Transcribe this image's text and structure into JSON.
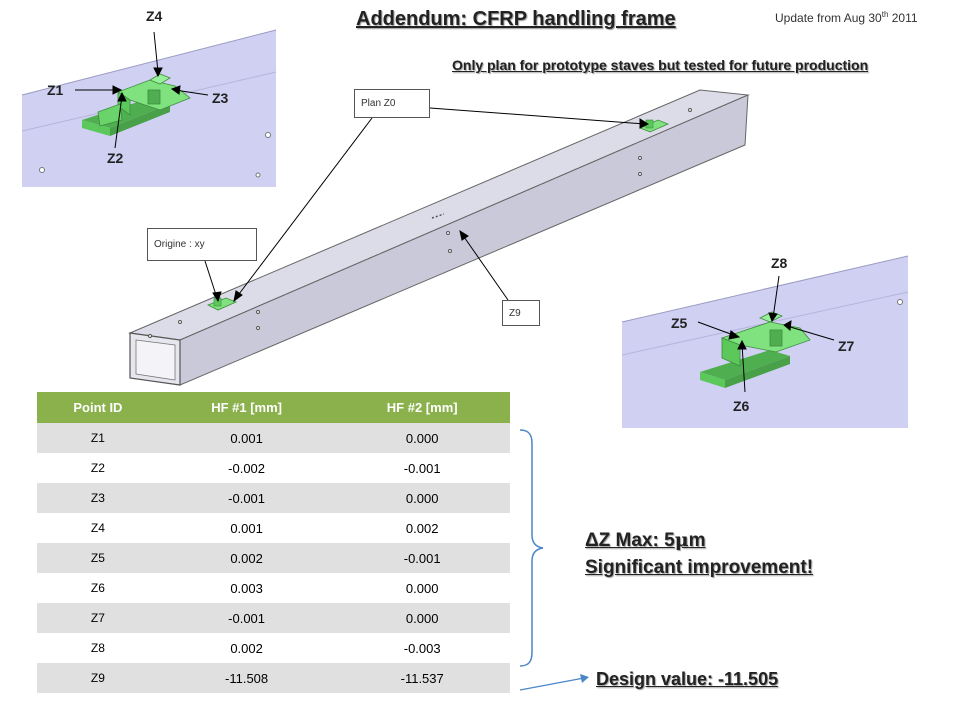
{
  "header": {
    "title": "Addendum: CFRP handling frame",
    "update_prefix": "Update from Aug 30",
    "update_sup": "th",
    "update_suffix": " 2011",
    "subtitle": "Only plan for prototype staves but tested for future production"
  },
  "callouts": {
    "plan_z0": "Plan Z0",
    "origine": "Origine : xy",
    "z9": "Z9"
  },
  "labels": {
    "z1": "Z1",
    "z2": "Z2",
    "z3": "Z3",
    "z4": "Z4",
    "z5": "Z5",
    "z6": "Z6",
    "z7": "Z7",
    "z8": "Z8"
  },
  "table": {
    "headers": [
      "Point ID",
      "HF #1 [mm]",
      "HF #2 [mm]"
    ],
    "rows": [
      [
        "Z1",
        "0.001",
        "0.000"
      ],
      [
        "Z2",
        "-0.002",
        "-0.001"
      ],
      [
        "Z3",
        "-0.001",
        "0.000"
      ],
      [
        "Z4",
        "0.001",
        "0.002"
      ],
      [
        "Z5",
        "0.002",
        "-0.001"
      ],
      [
        "Z6",
        "0.003",
        "0.000"
      ],
      [
        "Z7",
        "-0.001",
        "0.000"
      ],
      [
        "Z8",
        "0.002",
        "-0.003"
      ],
      [
        "Z9",
        "-11.508",
        "-11.537"
      ]
    ]
  },
  "notes": {
    "delta_prefix": "ΔZ Max: 5",
    "delta_symbol": "μ",
    "delta_unit": "m",
    "improvement": "Significant improvement!",
    "design": "Design value: -11.505"
  },
  "colors": {
    "table_header": "#8ab14c",
    "row_shade": "#e0e0e0",
    "panel": "#cfd0f2",
    "part_green": "#7fe27f",
    "arrow_blue": "#4a86c8"
  }
}
